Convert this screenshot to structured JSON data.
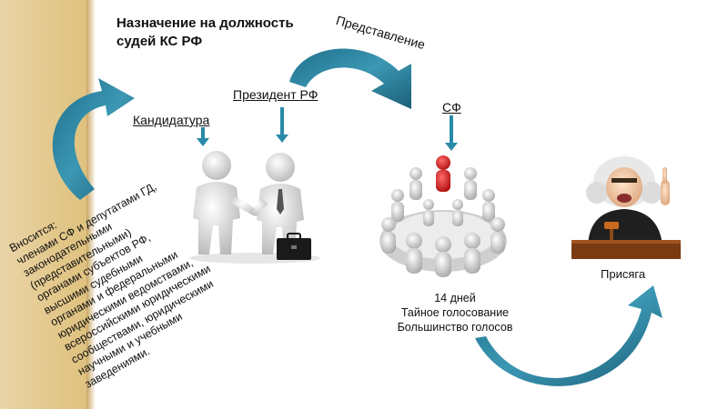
{
  "title_lines": [
    "Назначение на должность",
    "судей КС РФ"
  ],
  "labels": {
    "candidacy": "Кандидатура",
    "president": "Президент РФ",
    "presentation": "Представление",
    "federation_council": "СФ",
    "oath": "Присяга"
  },
  "introduced_by": [
    "Вносится:",
    "членами СФ и депутатами ГД,",
    "законодательными",
    "(представительными)",
    "органами субъектов РФ,",
    "высшими судебными",
    "органами и федеральными",
    "юридическими ведомствами,",
    "всероссийскими юридическими",
    "сообществами, юридическими",
    "научными и учебными",
    "заведениями."
  ],
  "voting": [
    "14 дней",
    "Тайное голосование",
    "Большинство голосов"
  ],
  "colors": {
    "arrow": "#2a7f9b",
    "accent_red": "#d21b1b",
    "strip": "#e4c98f"
  },
  "icons": [
    "handshake-figures-icon",
    "round-table-meeting-icon",
    "judge-with-gavel-icon",
    "briefcase-icon"
  ]
}
